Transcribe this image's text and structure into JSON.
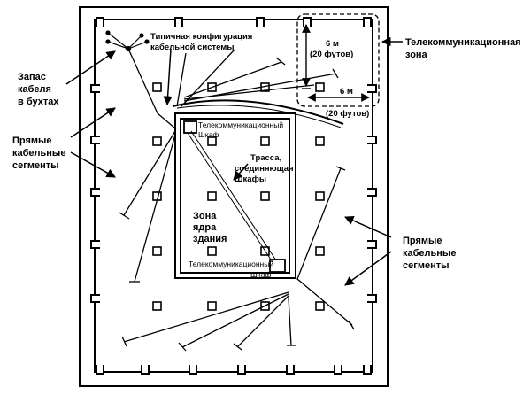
{
  "labels": {
    "typical_config_1": "Типичная конфигурация",
    "typical_config_2": "кабельной системы",
    "reserve_1": "Запас",
    "reserve_2": "кабеля",
    "reserve_3": "в бухтах",
    "straight_left_1": "Прямые",
    "straight_left_2": "кабельные",
    "straight_left_3": "сегменты",
    "straight_right_1": "Прямые",
    "straight_right_2": "кабельные",
    "straight_right_3": "сегменты",
    "telecom_zone_1": "Телекоммуникационная",
    "telecom_zone_2": "зона",
    "dim_vertical_1": "6 м",
    "dim_vertical_2": "(20 футов)",
    "dim_horizontal_1": "6 м",
    "dim_horizontal_2": "(20 футов)",
    "closet_top_1": "Телекоммуникационный",
    "closet_top_2": "Шкаф",
    "route_1": "Трасса,",
    "route_2": "соединяющая",
    "route_3": "Шкафы",
    "core_1": "Зона",
    "core_2": "ядра",
    "core_3": "здания",
    "closet_bottom_1": "Телекоммуникационный",
    "closet_bottom_2": "Шкаф"
  }
}
